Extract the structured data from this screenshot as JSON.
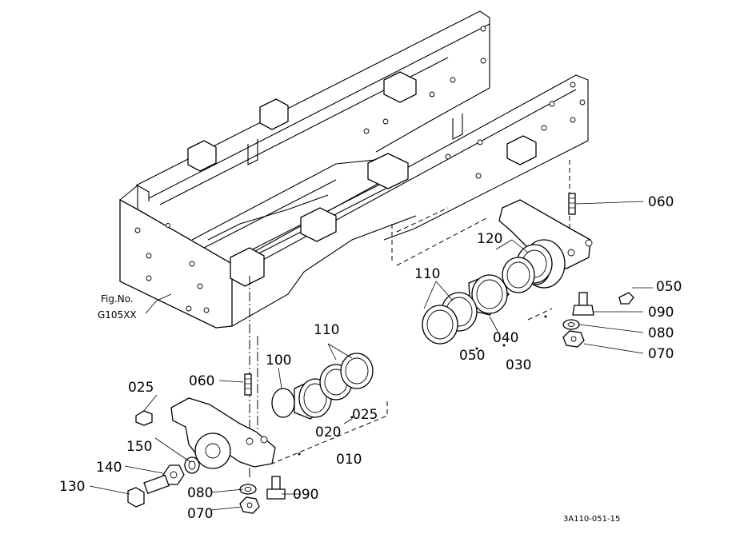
{
  "figure_reference": {
    "line1": "Fig.No.",
    "line2": "G105XX"
  },
  "drawing_code": "3A110-051-15",
  "labels": {
    "p060_right": "060",
    "p120": "120",
    "p110_right": "110",
    "p050_right": "050",
    "p090_right": "090",
    "p080_right": "080",
    "p070_right": "070",
    "p040": "040",
    "p050_bottom": "050",
    "p030": "030",
    "p110_left": "110",
    "p100": "100",
    "p060_left": "060",
    "p025_left": "025",
    "p025_mid": "025",
    "p020": "020",
    "p010": "010",
    "p150": "150",
    "p140": "140",
    "p130": "130",
    "p080_left": "080",
    "p090_left": "090",
    "p070_left": "070"
  }
}
